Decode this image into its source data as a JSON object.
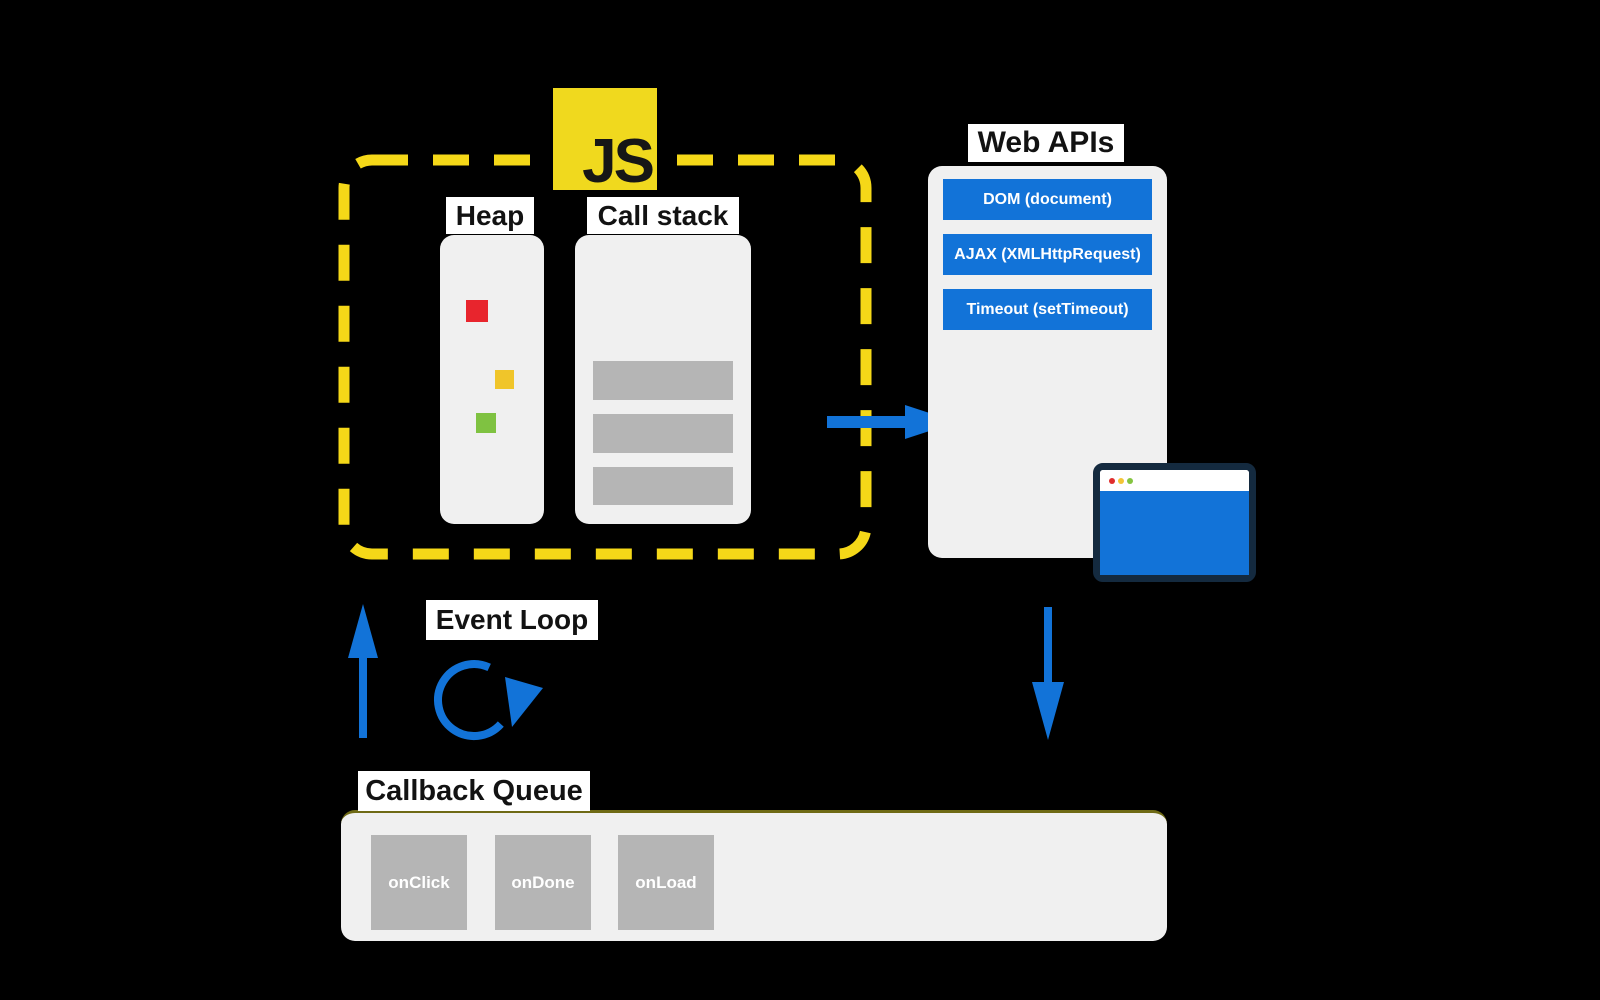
{
  "colors": {
    "background": "#000000",
    "accent_blue": "#1273d8",
    "js_yellow": "#f0d91e",
    "dashed_yellow": "#f5d818",
    "panel_gray": "#f0f0f0",
    "item_gray": "#b5b5b5",
    "heap_red": "#e8252d",
    "heap_yellow": "#f0c52a",
    "heap_green": "#7fc241",
    "browser_frame": "#142a3f"
  },
  "js_logo": {
    "text": "JS"
  },
  "runtime": {
    "heap": {
      "label": "Heap",
      "objects": [
        {
          "name": "red-object",
          "color": "#e8252d"
        },
        {
          "name": "yellow-object",
          "color": "#f0c52a"
        },
        {
          "name": "green-object",
          "color": "#7fc241"
        }
      ]
    },
    "call_stack": {
      "label": "Call stack",
      "frame_count": 3
    }
  },
  "web_apis": {
    "label": "Web APIs",
    "apis": [
      {
        "label": "DOM (document)"
      },
      {
        "label": "AJAX (XMLHttpRequest)"
      },
      {
        "label": "Timeout (setTimeout)"
      }
    ]
  },
  "event_loop": {
    "label": "Event Loop"
  },
  "callback_queue": {
    "label": "Callback Queue",
    "callbacks": [
      {
        "label": "onClick"
      },
      {
        "label": "onDone"
      },
      {
        "label": "onLoad"
      }
    ]
  },
  "icons": {
    "event_loop_cycle": "circular-arrow",
    "flow_up": "arrow-up",
    "flow_right": "arrow-right",
    "flow_down": "arrow-down",
    "browser_window": "browser-window"
  }
}
